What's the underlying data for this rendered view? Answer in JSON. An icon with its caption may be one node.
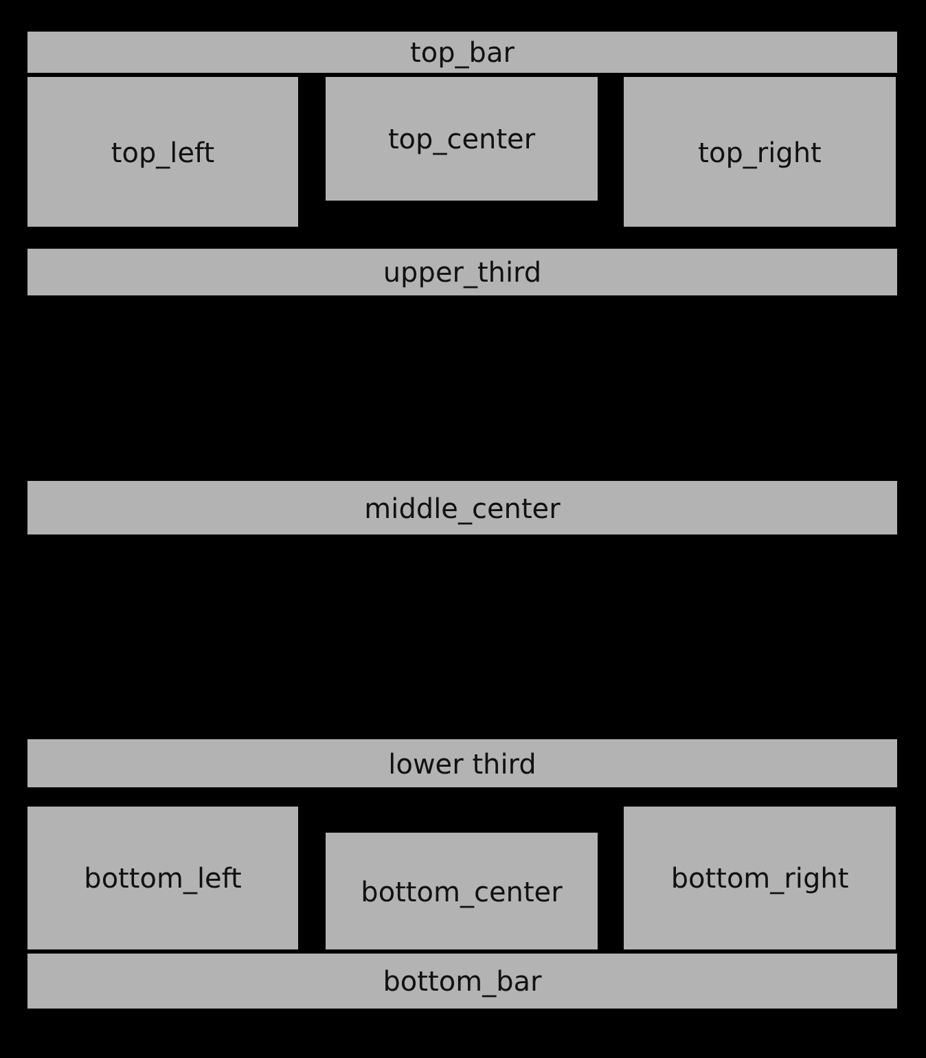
{
  "diagram": {
    "nodes": [
      {
        "text": [
          "top_bar"
        ]
      },
      {
        "text": [
          "top_left"
        ]
      },
      {
        "text": [
          "top_center"
        ]
      },
      {
        "text": [
          "top_right"
        ]
      },
      {
        "text": [
          "upper_third"
        ]
      },
      {
        "text": [
          "middle_center"
        ]
      },
      {
        "text": [
          "lower third"
        ]
      },
      {
        "text": [
          "bottom_left"
        ]
      },
      {
        "text": [
          "bottom_center"
        ]
      },
      {
        "text": [
          "bottom_right"
        ]
      },
      {
        "text": [
          "bottom_bar"
        ]
      }
    ]
  }
}
